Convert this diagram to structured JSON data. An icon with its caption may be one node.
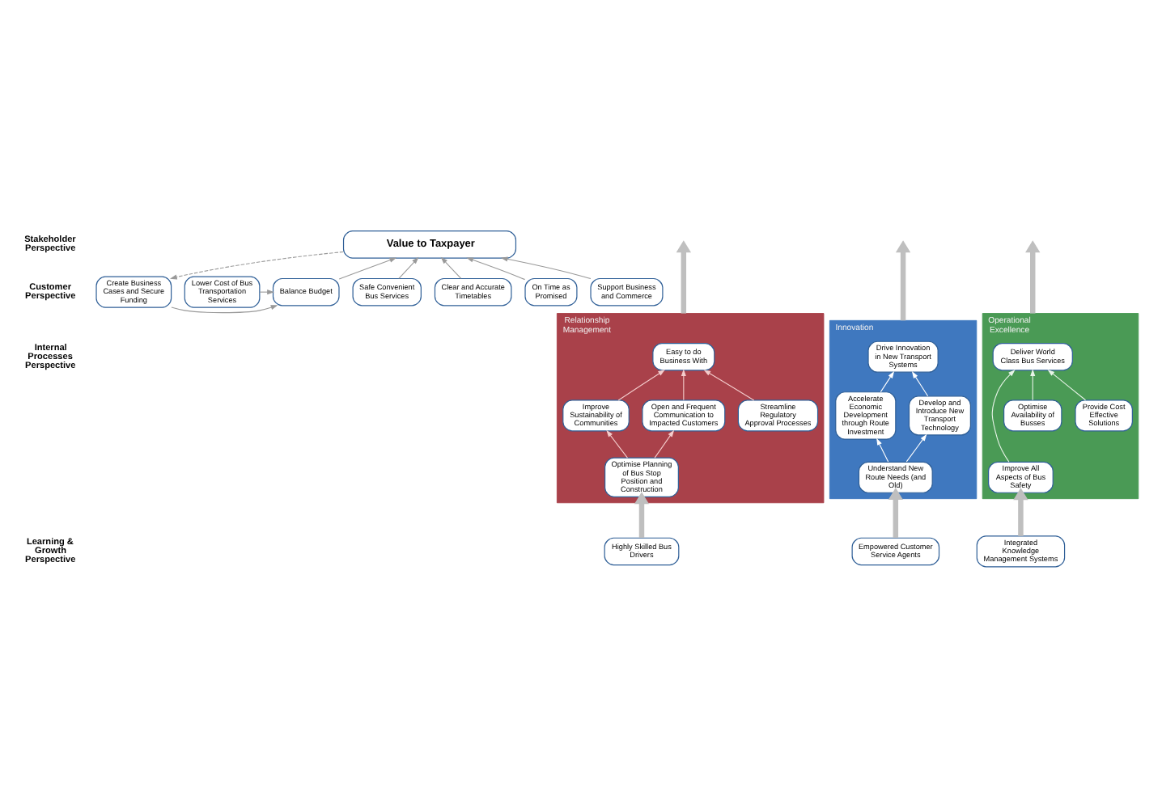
{
  "diagram": {
    "nodes": [
      {
        "text": [
          "Value to Taxpayer"
        ]
      },
      {
        "text": [
          "Safe Convenient Bus Services"
        ]
      },
      {
        "text": [
          "Clear and Accurate Timetables"
        ]
      },
      {
        "text": [
          "On Time as Promised"
        ]
      },
      {
        "text": [
          "Support Business and Commerce"
        ]
      },
      {
        "text": [
          "Create Business Cases and Secure Funding"
        ]
      },
      {
        "text": [
          "Balance Budget"
        ]
      },
      {
        "text": [
          "Lower Cost of Bus Transportation Services"
        ]
      },
      {
        "text": [
          "Relationship Management"
        ]
      },
      {
        "text": [
          "Easy to do Business With"
        ],
        "in": 8
      },
      {
        "text": [
          "Streamline Regulatory Approval Processes"
        ],
        "in": 8
      },
      {
        "text": [
          "Improve Sustainability of Communities"
        ],
        "in": 8
      },
      {
        "text": [
          "Open and Frequent Communication to Impacted Customers"
        ],
        "in": 8
      },
      {
        "text": [
          "Optimise Planning of Bus Stop Position and Construction"
        ],
        "in": 8
      },
      {
        "text": [
          "Innovation"
        ]
      },
      {
        "text": [
          "Drive Innovation in New Transport Systems"
        ],
        "in": 14
      },
      {
        "text": [
          "Accelerate Economic Development through Route Investment"
        ],
        "in": 14
      },
      {
        "text": [
          "Develop and Introduce New Transport Technology"
        ],
        "in": 14
      },
      {
        "text": [
          "Understand New Route Needs (and Old)"
        ],
        "in": 14
      },
      {
        "text": [
          "Operational Excellence"
        ]
      },
      {
        "text": [
          "Deliver World Class Bus Services"
        ],
        "in": 19
      },
      {
        "text": [
          "Provide Cost Effective Solutions"
        ],
        "in": 19
      },
      {
        "text": [
          "Optimise Availability of Busses"
        ],
        "in": 19
      },
      {
        "text": [
          "Improve All Aspects of Bus Safety"
        ],
        "in": 19
      },
      {
        "text": [
          "Highly Skilled Bus Drivers"
        ]
      },
      {
        "text": [
          "Empowered Customer Service Agents"
        ]
      },
      {
        "text": [
          "Integrated Knowledge Management Systems"
        ]
      }
    ],
    "edges": [
      {
        "from": 1,
        "to": 0,
        "arrow": "to"
      },
      {
        "from": 2,
        "to": 0,
        "arrow": "to"
      },
      {
        "from": 3,
        "to": 0,
        "arrow": "to"
      },
      {
        "from": 4,
        "to": 0,
        "arrow": "to"
      },
      {
        "from": 0,
        "to": 5,
        "arrow": "to",
        "style": "dashed"
      },
      {
        "from": 5,
        "to": 6,
        "arrow": "to"
      },
      {
        "from": 6,
        "to": 0,
        "arrow": "to"
      },
      {
        "from": 7,
        "to": 6,
        "arrow": "to"
      },
      {
        "from": 10,
        "to": 9,
        "arrow": "to",
        "color": "#f4cccc"
      },
      {
        "from": 12,
        "to": 9,
        "arrow": "to",
        "color": "#f4cccc"
      },
      {
        "from": 11,
        "to": 9,
        "arrow": "to",
        "color": "#f4cccc"
      },
      {
        "from": 13,
        "to": 12,
        "arrow": "to",
        "color": "#f4cccc"
      },
      {
        "from": 13,
        "to": 11,
        "arrow": "to",
        "color": "#f4cccc"
      },
      {
        "from": 16,
        "to": 15,
        "arrow": "to",
        "color": "#ffffff"
      },
      {
        "from": 17,
        "to": 15,
        "arrow": "to",
        "color": "#ffffff"
      },
      {
        "from": 18,
        "to": 16,
        "arrow": "to",
        "color": "#ffffff"
      },
      {
        "from": 18,
        "to": 17,
        "arrow": "to",
        "color": "#ffffff"
      },
      {
        "from": 21,
        "to": 20,
        "arrow": "to",
        "color": "#e8f4e8"
      },
      {
        "from": 22,
        "to": 20,
        "arrow": "to",
        "color": "#e8f4e8"
      },
      {
        "from": 23,
        "to": 20,
        "arrow": "to",
        "color": "#e8f4e8"
      },
      {
        "from": 24,
        "to": 13,
        "arrow": "to",
        "style": "thick",
        "color": "#bfbfbf"
      },
      {
        "from": 25,
        "to": 18,
        "arrow": "to",
        "style": "thick",
        "color": "#bfbfbf"
      },
      {
        "from": 26,
        "to": 23,
        "arrow": "to",
        "style": "thick",
        "color": "#bfbfbf"
      },
      {
        "from": 8,
        "to": null,
        "arrow": "to",
        "style": "thick",
        "color": "#bfbfbf"
      },
      {
        "from": 14,
        "to": null,
        "arrow": "to",
        "style": "thick",
        "color": "#bfbfbf"
      },
      {
        "from": 19,
        "to": null,
        "arrow": "to",
        "style": "thick",
        "color": "#bfbfbf"
      }
    ],
    "labels": [
      "Stakeholder Perspective",
      "Customer Perspective",
      "Internal Processes Perspective",
      "Learning & Growth Perspective"
    ]
  }
}
